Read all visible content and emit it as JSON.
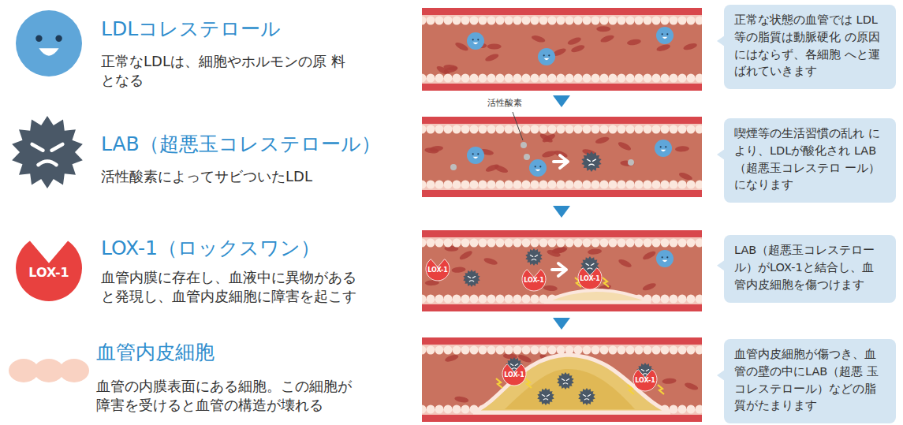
{
  "diagram": {
    "nodes": [
      {
        "text": [
          "正常な状態の血管では LDL等の脂質は動脈硬化 の原因にはならず、各細胞 へと運ばれていきます"
        ]
      },
      {
        "text": [
          "喫煙等の生活習慣の乱れ により、LDLが酸化され LAB（超悪玉コレステロ ール）になります"
        ]
      },
      {
        "text": [
          "LOX-1"
        ]
      },
      {
        "text": [
          "LOX-1"
        ]
      },
      {
        "text": [
          "LOX-1"
        ]
      },
      {
        "text": [
          "LOX-1"
        ]
      },
      {
        "text": [
          "LAB（超悪玉コレステロー ル）がLOX-1と結合し、血 管内皮細胞を傷つけます"
        ]
      },
      {
        "text": [
          "LOX-1"
        ]
      },
      {
        "text": [
          "LOX-1"
        ]
      },
      {
        "text": [
          "血管内皮細胞が傷つき、血 管の壁の中にLAB（超悪 玉コレステロール）などの脂 質がたまります"
        ]
      }
    ],
    "labels": [
      "LDLコレステロール",
      "正常なLDLは、細胞やホルモンの原 料となる",
      "LAB（超悪玉コレステロール）",
      "活性酸素によってサビついたLDL",
      "活性酸素",
      "LOX-1（ロックスワン）",
      "血管内膜に存在し、血液中に異物がある と発現し、血管内皮細胞に障害を起こす",
      "血管内皮細胞",
      "血管の内膜表面にある細胞。この細胞が 障害を受けると血管の構造が壊れる"
    ]
  }
}
